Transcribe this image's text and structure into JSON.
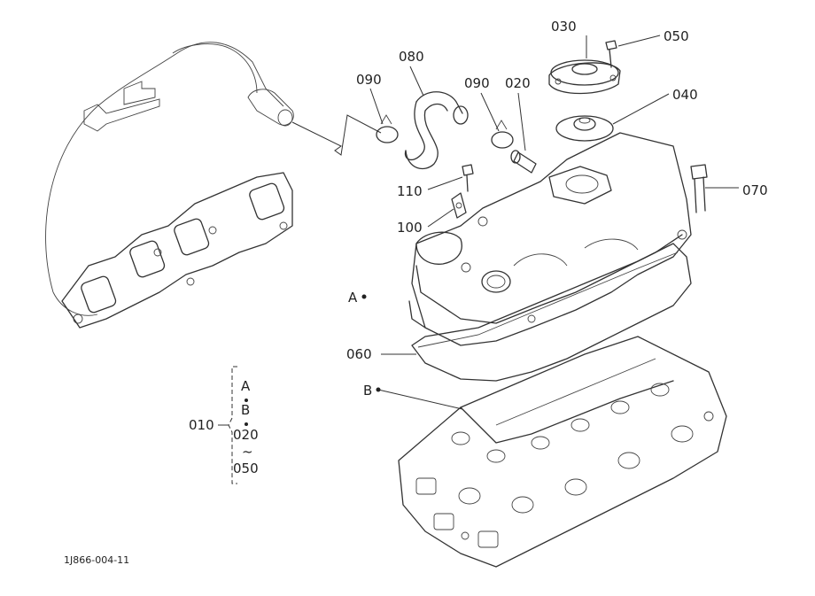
{
  "callouts": {
    "c030": "030",
    "c050": "050",
    "c080": "080",
    "c090a": "090",
    "c090b": "090",
    "c020": "020",
    "c040": "040",
    "c110": "110",
    "c070": "070",
    "c100": "100",
    "cA": "A",
    "c060": "060",
    "cB": "B",
    "c010": "010"
  },
  "kit_group": {
    "item1": "A",
    "item2": "B",
    "item3": "020",
    "tilde": "~",
    "item4": "050"
  },
  "drawing_code": "1J866-004-11"
}
